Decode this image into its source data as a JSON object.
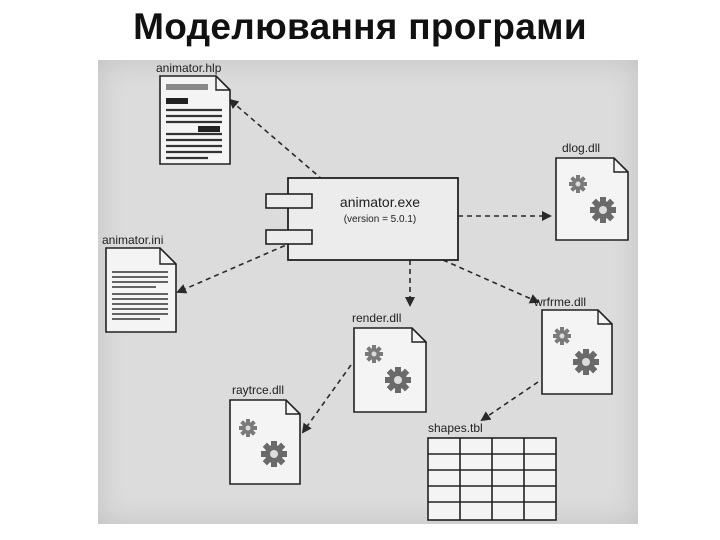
{
  "title": "Моделювання програми",
  "diagram": {
    "component": {
      "name": "animator.exe",
      "version": "(version = 5.0.1)"
    },
    "artifacts": {
      "help": "animator.hlp",
      "ini": "animator.ini",
      "dlog": "dlog.dll",
      "render": "render.dll",
      "wrfrme": "wrfrme.dll",
      "raytrce": "raytrce.dll",
      "shapes": "shapes.tbl"
    }
  }
}
